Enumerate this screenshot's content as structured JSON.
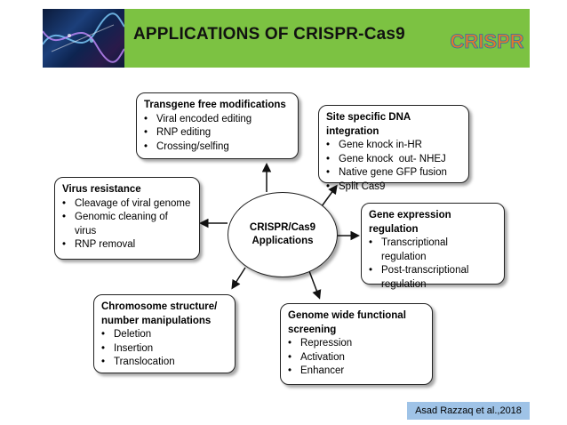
{
  "banner": {
    "title": "APPLICATIONS OF CRISPR-Cas9",
    "logo_text": "CRISPR",
    "color": "#7cc242"
  },
  "center": {
    "line1": "CRISPR/Cas9",
    "line2": "Applications"
  },
  "nodes": {
    "transgene": {
      "title": "Transgene free modifications",
      "items": [
        "Viral encoded editing",
        "RNP editing",
        "Crossing/selfing"
      ]
    },
    "site_specific": {
      "title": "Site specific DNA integration",
      "items": [
        "Gene knock in-HR",
        "Gene knock  out- NHEJ",
        "Native gene GFP fusion",
        "Split Cas9"
      ]
    },
    "virus": {
      "title": "Virus resistance",
      "items": [
        "Cleavage of viral genome",
        "Genomic cleaning of",
        "virus",
        "RNP removal"
      ]
    },
    "gene_expression": {
      "title": "Gene expression regulation",
      "items": [
        "Transcriptional",
        "regulation",
        "Post-transcriptional",
        "regulation"
      ]
    },
    "chromosome": {
      "title1": "Chromosome structure/",
      "title2": "number manipulations",
      "items": [
        "Deletion",
        "Insertion",
        "Translocation"
      ]
    },
    "genome_wide": {
      "title1": "Genome wide functional",
      "title2": "screening",
      "items": [
        "Repression",
        "Activation",
        "Enhancer"
      ]
    }
  },
  "citation": "Asad Razzaq et al.,2018"
}
